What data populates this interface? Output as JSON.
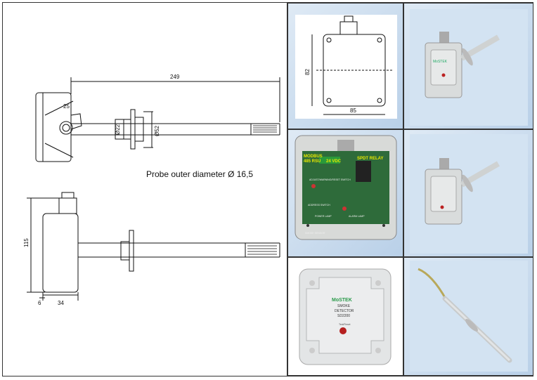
{
  "drawing": {
    "caption": "Probe outer diameter Ø 16,5",
    "dim_length": "249",
    "dim_gland": "25",
    "dim_d1": "Ø22",
    "dim_d2": "Ø52",
    "dim_height": "115",
    "dim_depth": "34",
    "dim_edge": "6"
  },
  "panels": {
    "box_drawing": {
      "height": "82",
      "width": "85"
    },
    "pcb": {
      "modbus": "MODBUS",
      "rs485": "485 RSU",
      "v24": "24 VDC",
      "relay": "SPDT RELAY",
      "adjust": "ADJUST/WARNING/RESET SWITCH",
      "address": "ADDRESS SWITCH",
      "power": "POWER LAMP",
      "alarm": "ALARM LAMP",
      "sensor": "SMOKE SENSOR"
    },
    "front": {
      "brand": "MoSTEK",
      "line1": "SMOKE",
      "line2": "DETECTOR",
      "model": "SD2200",
      "button": "Test/Reset"
    },
    "device": {
      "label": "MoSTEK"
    }
  },
  "colors": {
    "panel_bg": "#c5d8ec",
    "label_yellow": "#e8e800",
    "pcb_green": "#2e6b3a"
  }
}
